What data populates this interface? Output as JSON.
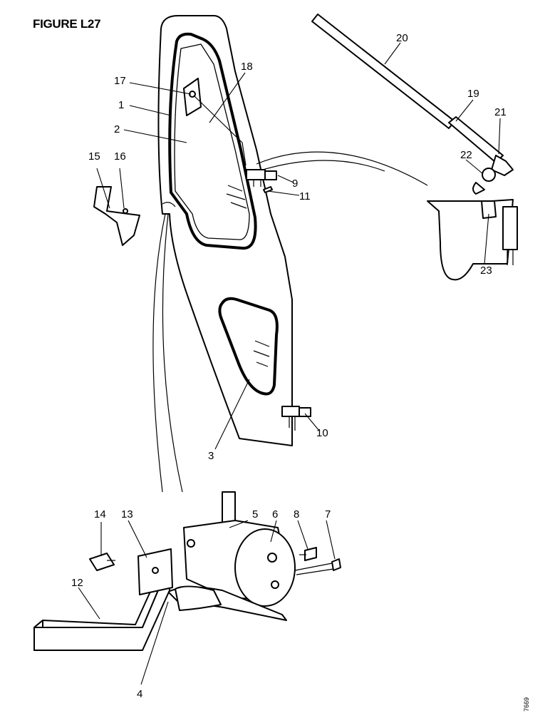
{
  "figure": {
    "title": "FIGURE L27",
    "ref": "7669"
  },
  "callouts": [
    "1",
    "2",
    "3",
    "4",
    "5",
    "6",
    "7",
    "8",
    "9",
    "10",
    "11",
    "12",
    "13",
    "14",
    "15",
    "16",
    "17",
    "18",
    "19",
    "20",
    "21",
    "22",
    "23"
  ],
  "colors": {
    "ink": "#000000",
    "paper": "#ffffff"
  }
}
